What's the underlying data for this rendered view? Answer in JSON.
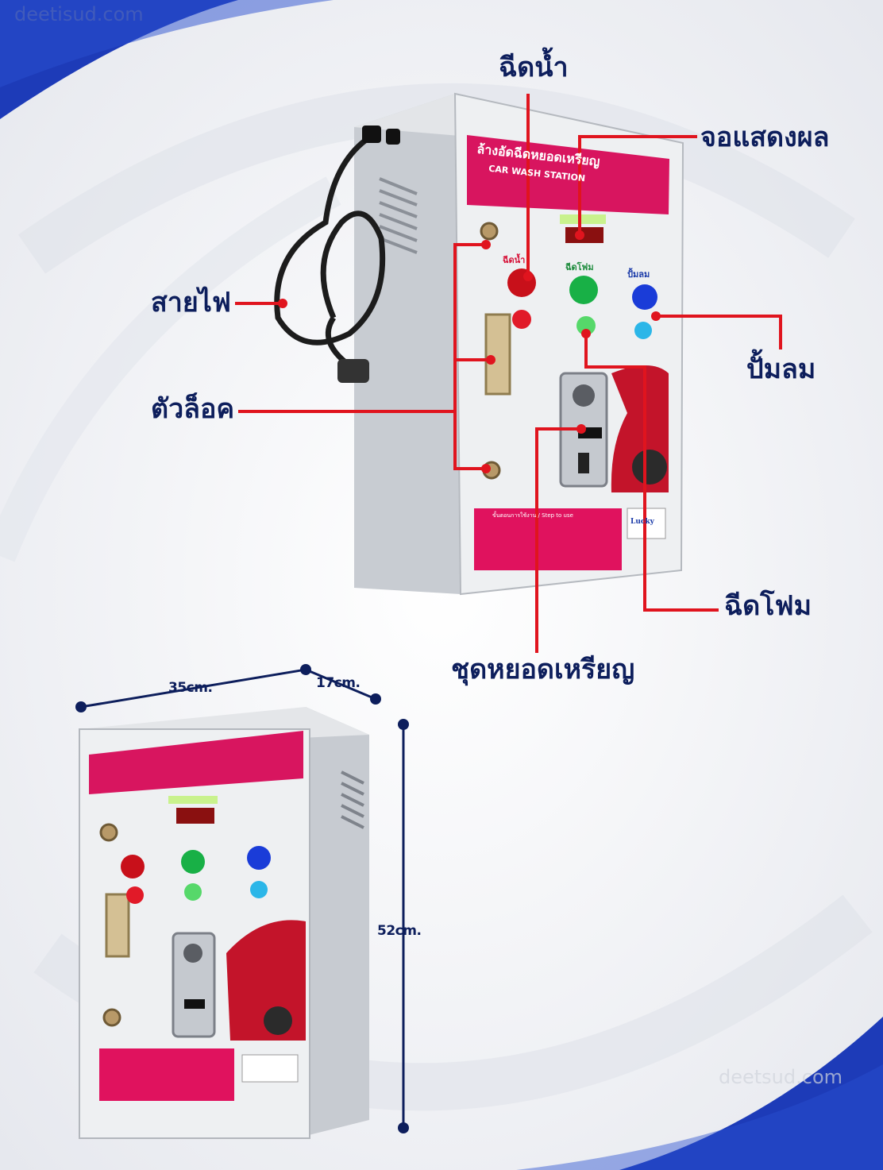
{
  "watermark": {
    "top_left": "deetisud.com",
    "bottom_right": "deetsud.com"
  },
  "callouts": {
    "water": "ฉีดน้ำ",
    "display": "จอแสดงผล",
    "power_cable": "สายไฟ",
    "lock": "ตัวล็อค",
    "air_pump": "ปั้มลม",
    "foam": "ฉีดโฟม",
    "coin_unit": "ชุดหยอดเหรียญ"
  },
  "machine": {
    "banner_title": "ล้างอัดฉีดหยอดเหรียญ",
    "banner_subtitle": "CAR WASH STATION",
    "button_water": "ฉีดน้ำ",
    "button_foam": "ฉีดโฟม",
    "button_air": "ปั้มลม",
    "steps_title": "ขั้นตอนการใช้งาน / Step to use",
    "brand": "Lucky"
  },
  "dimensions": {
    "width": "35cm.",
    "depth": "17cm.",
    "height": "52cm."
  },
  "colors": {
    "callout_line": "#e0141e",
    "callout_text": "#0d1e5c",
    "accent_blue": "#1a3aa8"
  }
}
